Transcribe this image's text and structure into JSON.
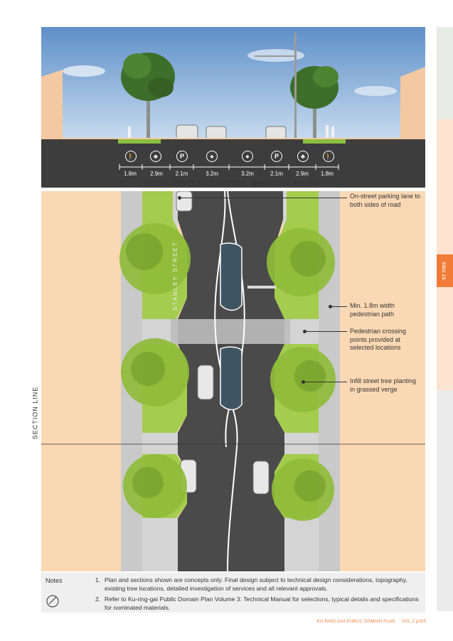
{
  "side_tab": {
    "label": "ST IVES",
    "color": "#f07c37"
  },
  "section": {
    "caption": "TYPICAL STREET SECTION SHOWN - DIMENSIONS MAY VARY",
    "dimensions": [
      "1.8m",
      "2.9m",
      "2.1m",
      "3.2m",
      "3.2m",
      "2.1m",
      "2.9m",
      "1.8m"
    ],
    "icons": [
      "pedestrian-icon",
      "tree-icon",
      "parking-icon",
      "car-icon",
      "car-icon",
      "parking-icon",
      "tree-icon",
      "pedestrian-icon"
    ],
    "parking_letter": "P"
  },
  "plan": {
    "street_name": "STANLEY STREET",
    "section_line_label": "SECTION LINE",
    "callouts": [
      "On-street parking lane to both sides of road",
      "Min. 1.8m width pedestrian path",
      "Pedestrian crossing points provided at selected locations",
      "Infill street tree planting in grassed verge"
    ]
  },
  "notes": {
    "title": "Notes",
    "items": [
      {
        "num": "1.",
        "text": "Plan and sections shown are concepts only. Final design subject to technical design considerations, topography, existing tree locations, detailed investigation of services and all relevant approvals."
      },
      {
        "num": "2.",
        "text": "Refer to Ku-ring-gai Public Domain Plan Volume 3: Technical Manual for selections, typical details and specifications for nominated materials."
      }
    ]
  },
  "footer": {
    "doc": "KU-RING-GAI PUBLIC DOMAIN PLAN",
    "page": "VOL.2 p255"
  }
}
